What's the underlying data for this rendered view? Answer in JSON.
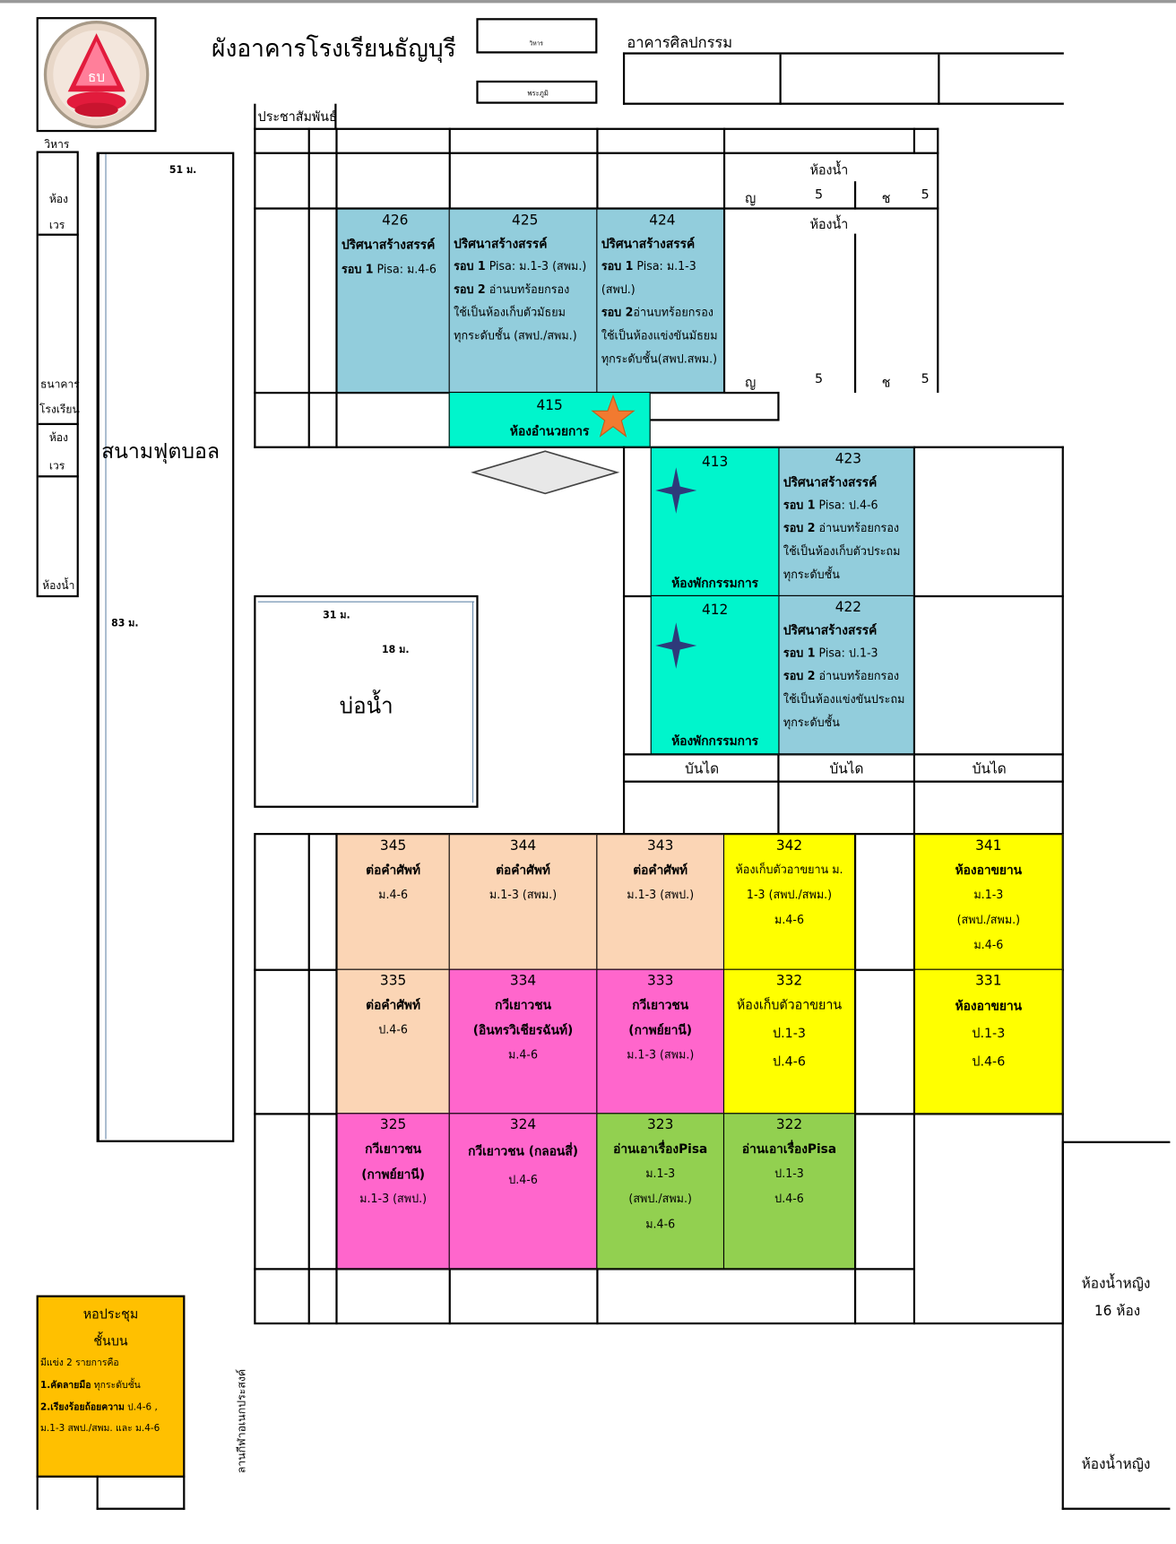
{
  "header": {
    "title": "ผังอาคารโรงเรียนธัญบุรี",
    "box1": "วิหาร",
    "box2": "พระภูมิ",
    "building_art": "อาคารศิลปกรรม"
  },
  "logo": {
    "text": "ธบ",
    "color": "#e21b3c"
  },
  "landmarks": {
    "wihan": "วิหาร",
    "public_relations": "ประชาสัมพันธ์",
    "guard1_a": "ห้อง",
    "guard1_b": "เวร",
    "bank_a": "ธนาคาร",
    "bank_b": "โรงเรียน",
    "guard2_a": "ห้อง",
    "guard2_b": "เวร",
    "restroom_left": "ห้องน้ำ",
    "field": "สนามฟุตบอล",
    "field_w": "51 ม.",
    "field_h": "83 ม.",
    "pond": "บ่อน้ำ",
    "pond_w": "31 ม.",
    "pond_h": "18 ม.",
    "multipurpose": "ลานกีฬาอเนกประสงค์",
    "restroom_f_16_a": "ห้องน้ำหญิง",
    "restroom_f_16_b": "16 ห้อง",
    "restroom_f": "ห้องน้ำหญิง"
  },
  "restrooms_top": {
    "title1": "ห้องน้ำ",
    "title2": "ห้องน้ำ",
    "f": "ญ",
    "m": "ช",
    "n": "5"
  },
  "stairs": "บันได",
  "auditorium": {
    "title1": "หอประชุม",
    "title2": "ชั้นบน",
    "line1": "มีแข่ง 2 รายการคือ",
    "line2_b": "1.คัดลายมือ",
    "line2": " ทุกระดับชั้น",
    "line3_b": "2.เรียงร้อยถ้อยความ",
    "line3": " ป.4-6 ,",
    "line4": "ม.1-3 สพป./สพม. และ ม.4-6",
    "color": "#ffc000"
  },
  "rooms": {
    "r426": {
      "num": "426",
      "t": "ปริศนาสร้างสรรค์",
      "l1b": "รอบ 1",
      "l1": " Pisa: ม.4-6"
    },
    "r425": {
      "num": "425",
      "t": "ปริศนาสร้างสรรค์",
      "l1b": "รอบ 1",
      "l1": " Pisa: ม.1-3 (สพม.)",
      "l2b": "รอบ 2",
      "l2": " อ่านบทร้อยกรอง",
      "l3": "ใช้เป็นห้องเก็บตัวมัธยม",
      "l4": "ทุกระดับชั้น (สพป./สพม.)"
    },
    "r424": {
      "num": "424",
      "t": "ปริศนาสร้างสรรค์",
      "l1b": "รอบ 1",
      "l1": " Pisa: ม.1-3",
      "l1c": "(สพป.)",
      "l2b": "รอบ 2",
      "l2": "อ่านบทร้อยกรอง",
      "l3": "ใช้เป็นห้องแข่งขันมัธยม",
      "l4": "ทุกระดับชั้น(สพป.สพม.)"
    },
    "r415": {
      "num": "415",
      "t": "ห้องอำนวยการ"
    },
    "r413": {
      "num": "413",
      "t": "ห้องพักกรรมการ"
    },
    "r412": {
      "num": "412",
      "t": "ห้องพักกรรมการ"
    },
    "r423": {
      "num": "423",
      "t": "ปริศนาสร้างสรรค์",
      "l1b": "รอบ 1",
      "l1": " Pisa: ป.4-6",
      "l2b": "รอบ 2",
      "l2": " อ่านบทร้อยกรอง",
      "l3": "ใช้เป็นห้องเก็บตัวประถม",
      "l4": "ทุกระดับชั้น"
    },
    "r422": {
      "num": "422",
      "t": "ปริศนาสร้างสรรค์",
      "l1b": "รอบ 1",
      "l1": " Pisa: ป.1-3",
      "l2b": "รอบ 2",
      "l2": " อ่านบทร้อยกรอง",
      "l3": "ใช้เป็นห้องแข่งขันประถม",
      "l4": "ทุกระดับชั้น"
    },
    "r345": {
      "num": "345",
      "t": "ต่อคำศัพท์",
      "l1": "ม.4-6"
    },
    "r344": {
      "num": "344",
      "t": "ต่อคำศัพท์",
      "l1": "ม.1-3 (สพม.)"
    },
    "r343": {
      "num": "343",
      "t": "ต่อคำศัพท์",
      "l1": "ม.1-3 (สพป.)"
    },
    "r342": {
      "num": "342",
      "l1": "ห้องเก็บตัวอาขยาน ม.",
      "l2": "1-3 (สพป./สพม.)",
      "l3": "ม.4-6"
    },
    "r341": {
      "num": "341",
      "t": "ห้องอาขยาน",
      "l1": "ม.1-3",
      "l2": "(สพป./สพม.)",
      "l3": "ม.4-6"
    },
    "r335": {
      "num": "335",
      "t": "ต่อคำศัพท์",
      "l1": "ป.4-6"
    },
    "r334": {
      "num": "334",
      "t": "กวีเยาวชน",
      "t2": "(อินทรวิเชียรฉันท์)",
      "l1": "ม.4-6"
    },
    "r333": {
      "num": "333",
      "t": "กวีเยาวชน",
      "t2": "(กาพย์ยานี)",
      "l1": "ม.1-3 (สพม.)"
    },
    "r332": {
      "num": "332",
      "l1": "ห้องเก็บตัวอาขยาน",
      "l2": "ป.1-3",
      "l3": "ป.4-6"
    },
    "r331": {
      "num": "331",
      "t": "ห้องอาขยาน",
      "l1": "ป.1-3",
      "l2": "ป.4-6"
    },
    "r325": {
      "num": "325",
      "t": "กวีเยาวชน",
      "t2": "(กาพย์ยานี)",
      "l1": "ม.1-3 (สพป.)"
    },
    "r324": {
      "num": "324",
      "t": "กวีเยาวชน (กลอนสี่)",
      "l1": "ป.4-6"
    },
    "r323": {
      "num": "323",
      "t": "อ่านเอาเรื่องPisa",
      "l1": "ม.1-3",
      "l2": "(สพป./สพม.)",
      "l3": "ม.4-6"
    },
    "r322": {
      "num": "322",
      "t": "อ่านเอาเรื่องPisa",
      "l1": "ป.1-3",
      "l2": "ป.4-6"
    }
  },
  "colors": {
    "blue": "#92cddc",
    "aqua": "#00f5cc",
    "peach": "#fbd5b5",
    "pink": "#ff66cc",
    "yellow": "#ffff00",
    "green": "#92d050",
    "star_orange": "#f27a30",
    "star_navy": "#2e3a7a"
  },
  "icons": {
    "star": "star-icon",
    "compass": "four-point-star-icon",
    "diamond": "diamond-shape"
  }
}
